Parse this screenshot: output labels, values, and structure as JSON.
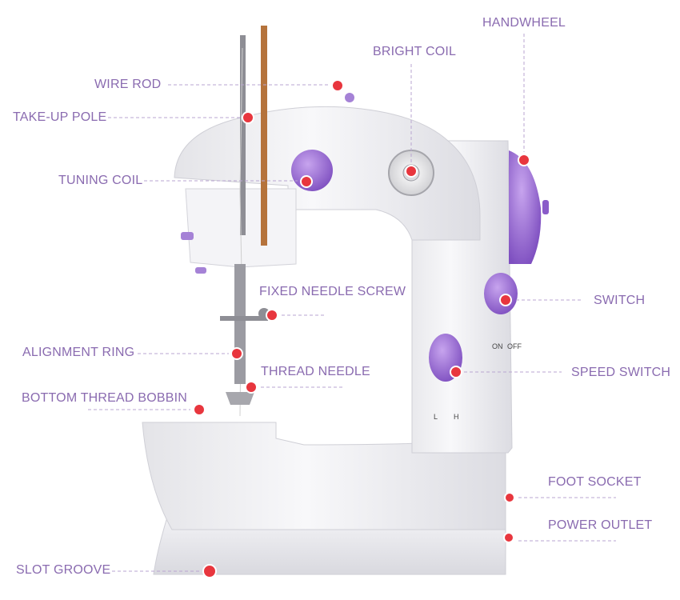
{
  "labels": {
    "handwheel": "HANDWHEEL",
    "bright_coil": "BRIGHT COIL",
    "wire_rod": "WIRE ROD",
    "take_up_pole": "TAKE-UP POLE",
    "tuning_coil": "TUNING COIL",
    "fixed_needle_screw": "FIXED NEEDLE SCREW",
    "switch": "SWITCH",
    "alignment_ring": "ALIGNMENT RING",
    "thread_needle": "THREAD NEEDLE",
    "speed_switch": "SPEED SWITCH",
    "bottom_thread_bobbin": "BOTTOM THREAD BOBBIN",
    "foot_socket": "FOOT SOCKET",
    "power_outlet": "POWER OUTLET",
    "slot_groove": "SLOT GROOVE"
  },
  "switch_marks": {
    "on": "ON",
    "off": "OFF"
  },
  "speed_marks": {
    "low": "L",
    "high": "H"
  },
  "colors": {
    "label_text": "#8a6bb0",
    "leader_line": "#b9a6d1",
    "marker": "#e8363e",
    "machine_body": "#f1f1f3",
    "accent_purple": "#9f72d6"
  }
}
